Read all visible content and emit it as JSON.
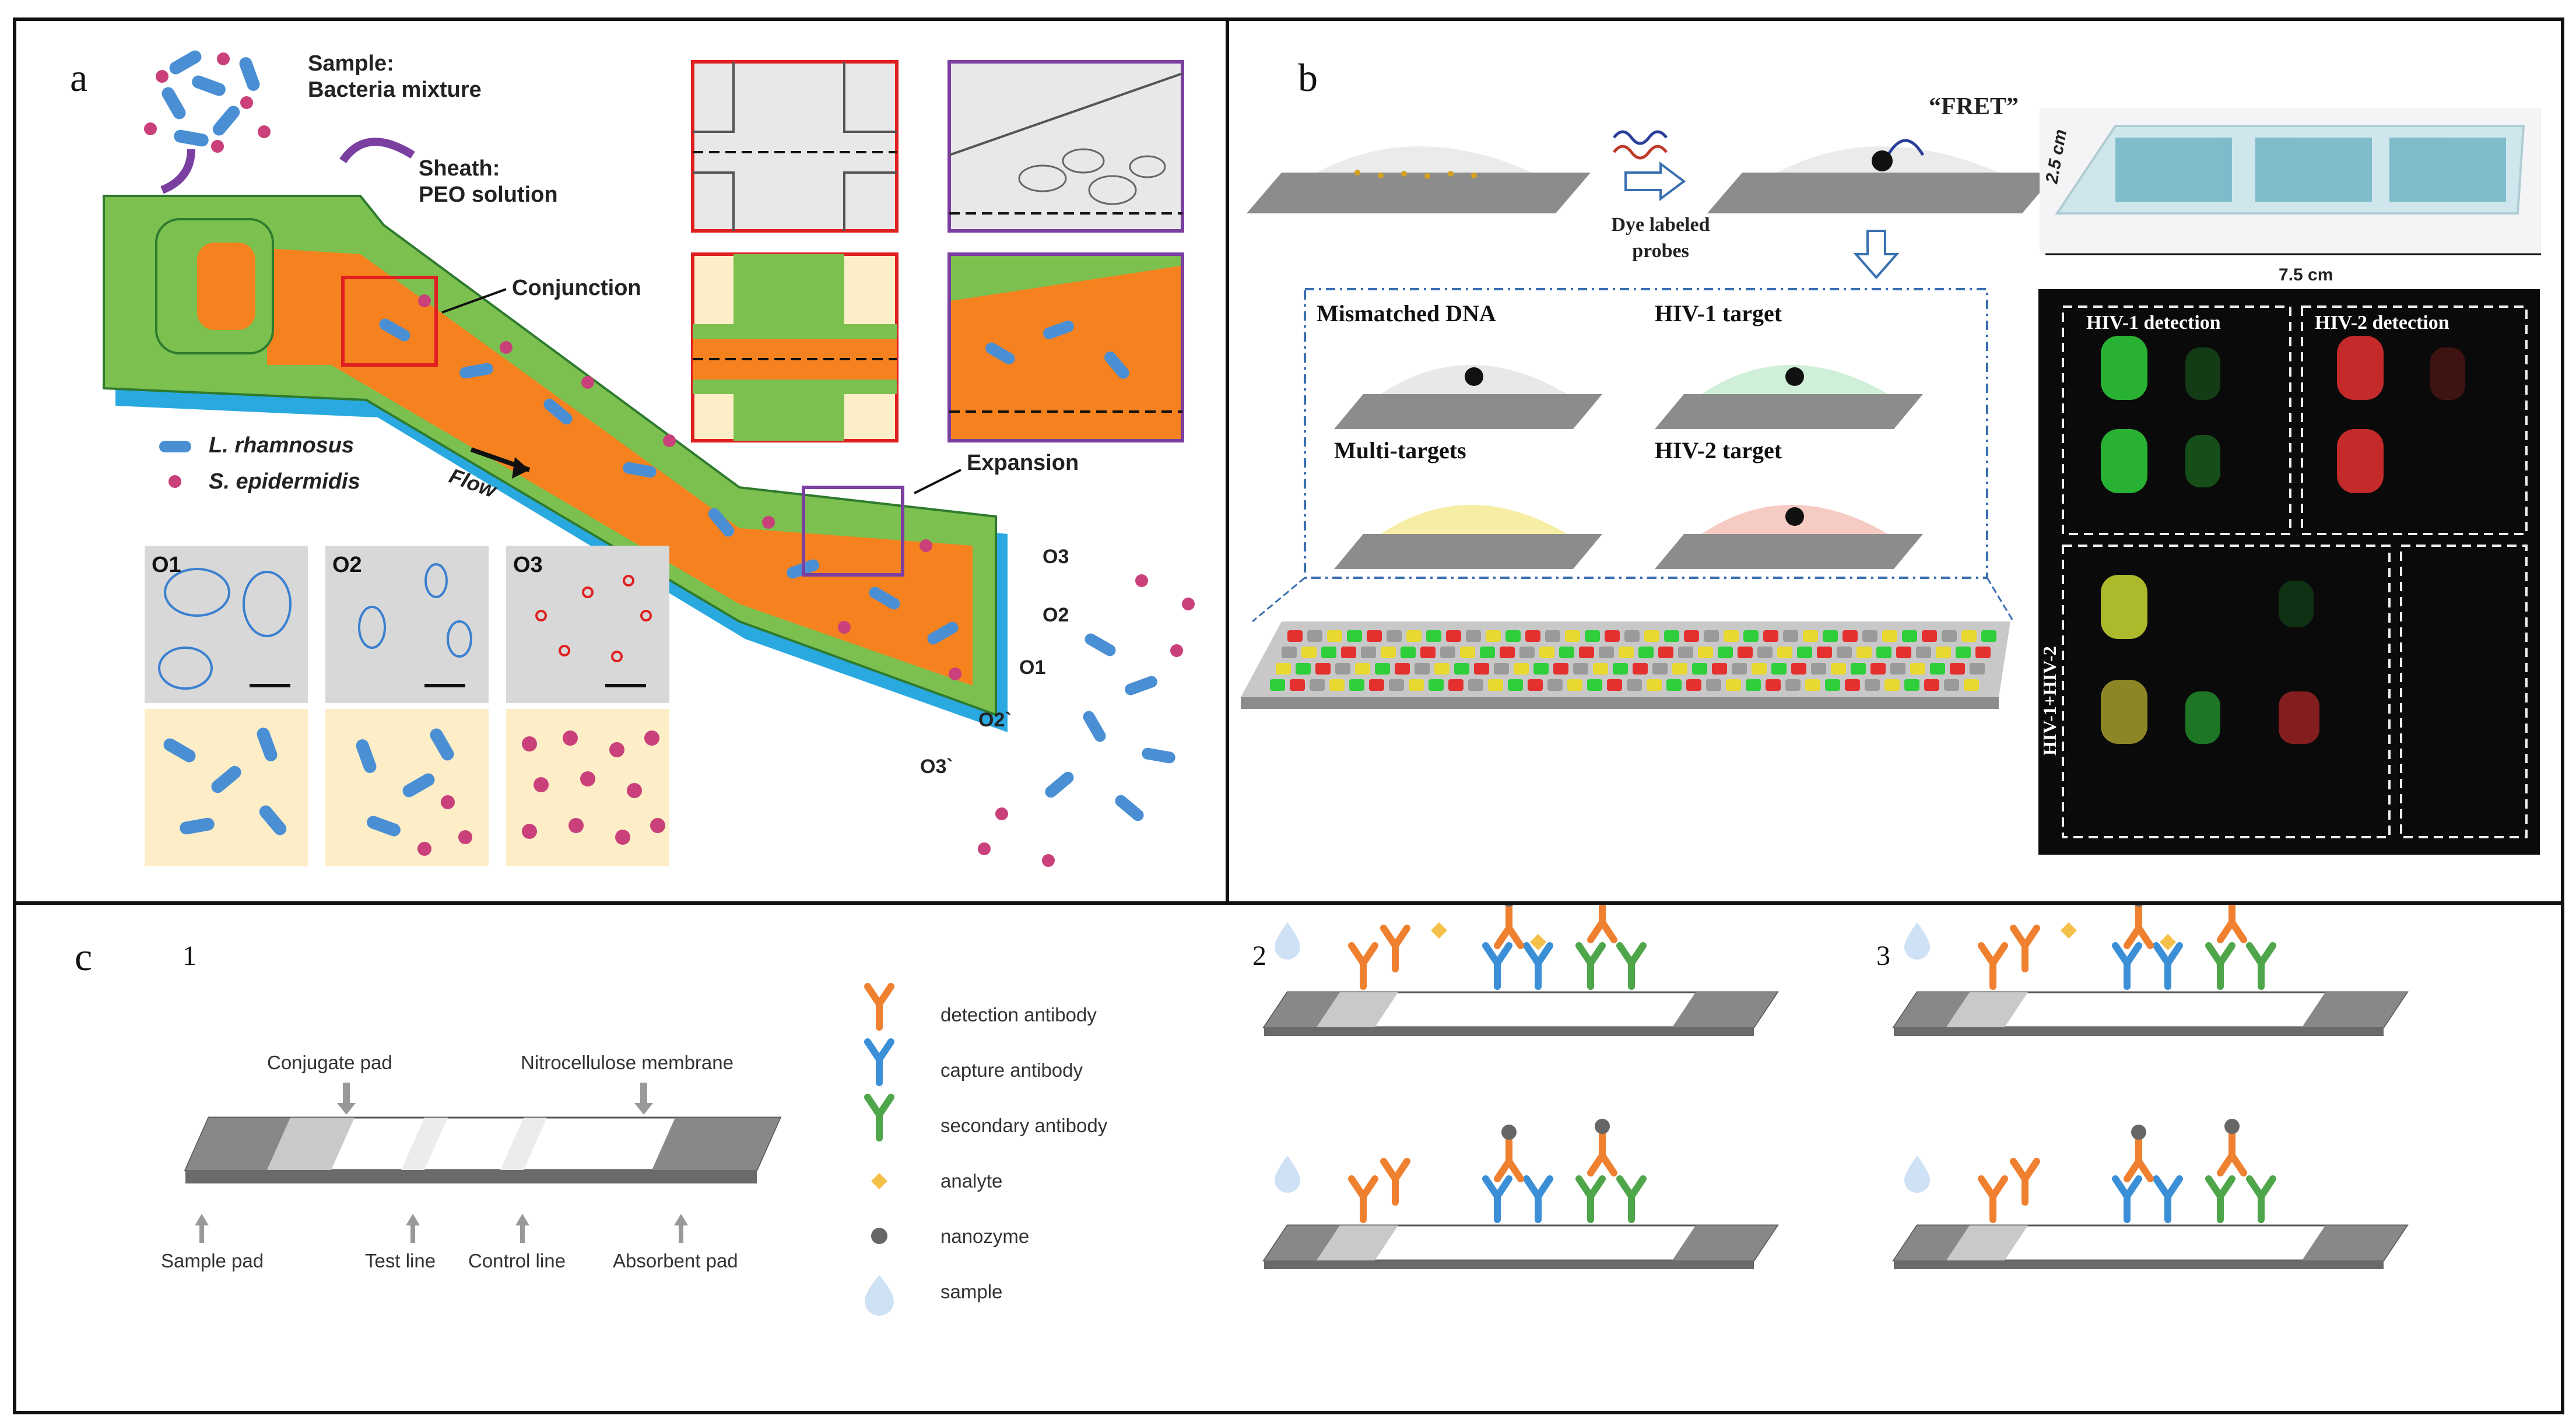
{
  "panel_a": {
    "label": "a",
    "sample": [
      "Sample:",
      "Bacteria mixture"
    ],
    "sheath": [
      "Sheath:",
      "PEO solution"
    ],
    "conjunction": "Conjunction",
    "expansion": "Expansion",
    "flow": "Flow",
    "legend": [
      "L. rhamnosus",
      "S. epidermidis"
    ],
    "micro_labels": [
      "O1",
      "O2",
      "O3"
    ],
    "outlet_labels": [
      "O3",
      "O2",
      "O1",
      "O2`",
      "O3`"
    ],
    "colors": {
      "channel": "#f5821f",
      "sheath": "#7cc14f",
      "rod": "#4a8fd4",
      "coccus": "#c9407a",
      "frame_red": "#e02020",
      "frame_purple": "#7a3fa0"
    }
  },
  "panel_b": {
    "label": "b",
    "fret": "“FRET”",
    "dye": [
      "Dye labeled",
      "probes"
    ],
    "mismatched": "Mismatched DNA",
    "hiv1_target": "HIV-1 target",
    "multi": "Multi-targets",
    "hiv2_target": "HIV-2 target",
    "dim_v": "2.5 cm",
    "dim_h": "7.5 cm",
    "hiv1_detection": "HIV-1 detection",
    "hiv2_detection": "HIV-2 detection",
    "hiv12": "HIV-1+HIV-2"
  },
  "panel_c": {
    "label": "c",
    "sub1": "1",
    "sub2": "2",
    "sub3": "3",
    "conjugate_pad": "Conjugate pad",
    "nitrocellulose": "Nitrocellulose membrane",
    "sample_pad": "Sample pad",
    "test_line": "Test line",
    "control_line": "Control line",
    "absorbent_pad": "Absorbent pad",
    "legend": [
      {
        "label": "detection antibody",
        "icon": "antibody-icon",
        "color": "#ef8030"
      },
      {
        "label": "capture antibody",
        "icon": "antibody-icon",
        "color": "#3a8fd6"
      },
      {
        "label": "secondary antibody",
        "icon": "antibody-icon",
        "color": "#4fa64a"
      },
      {
        "label": "analyte",
        "icon": "diamond-icon",
        "color": "#f5c04a"
      },
      {
        "label": "nanozyme",
        "icon": "circle-icon",
        "color": "#666666"
      },
      {
        "label": "sample",
        "icon": "droplet-icon",
        "color": "#cfe1f5"
      }
    ]
  }
}
